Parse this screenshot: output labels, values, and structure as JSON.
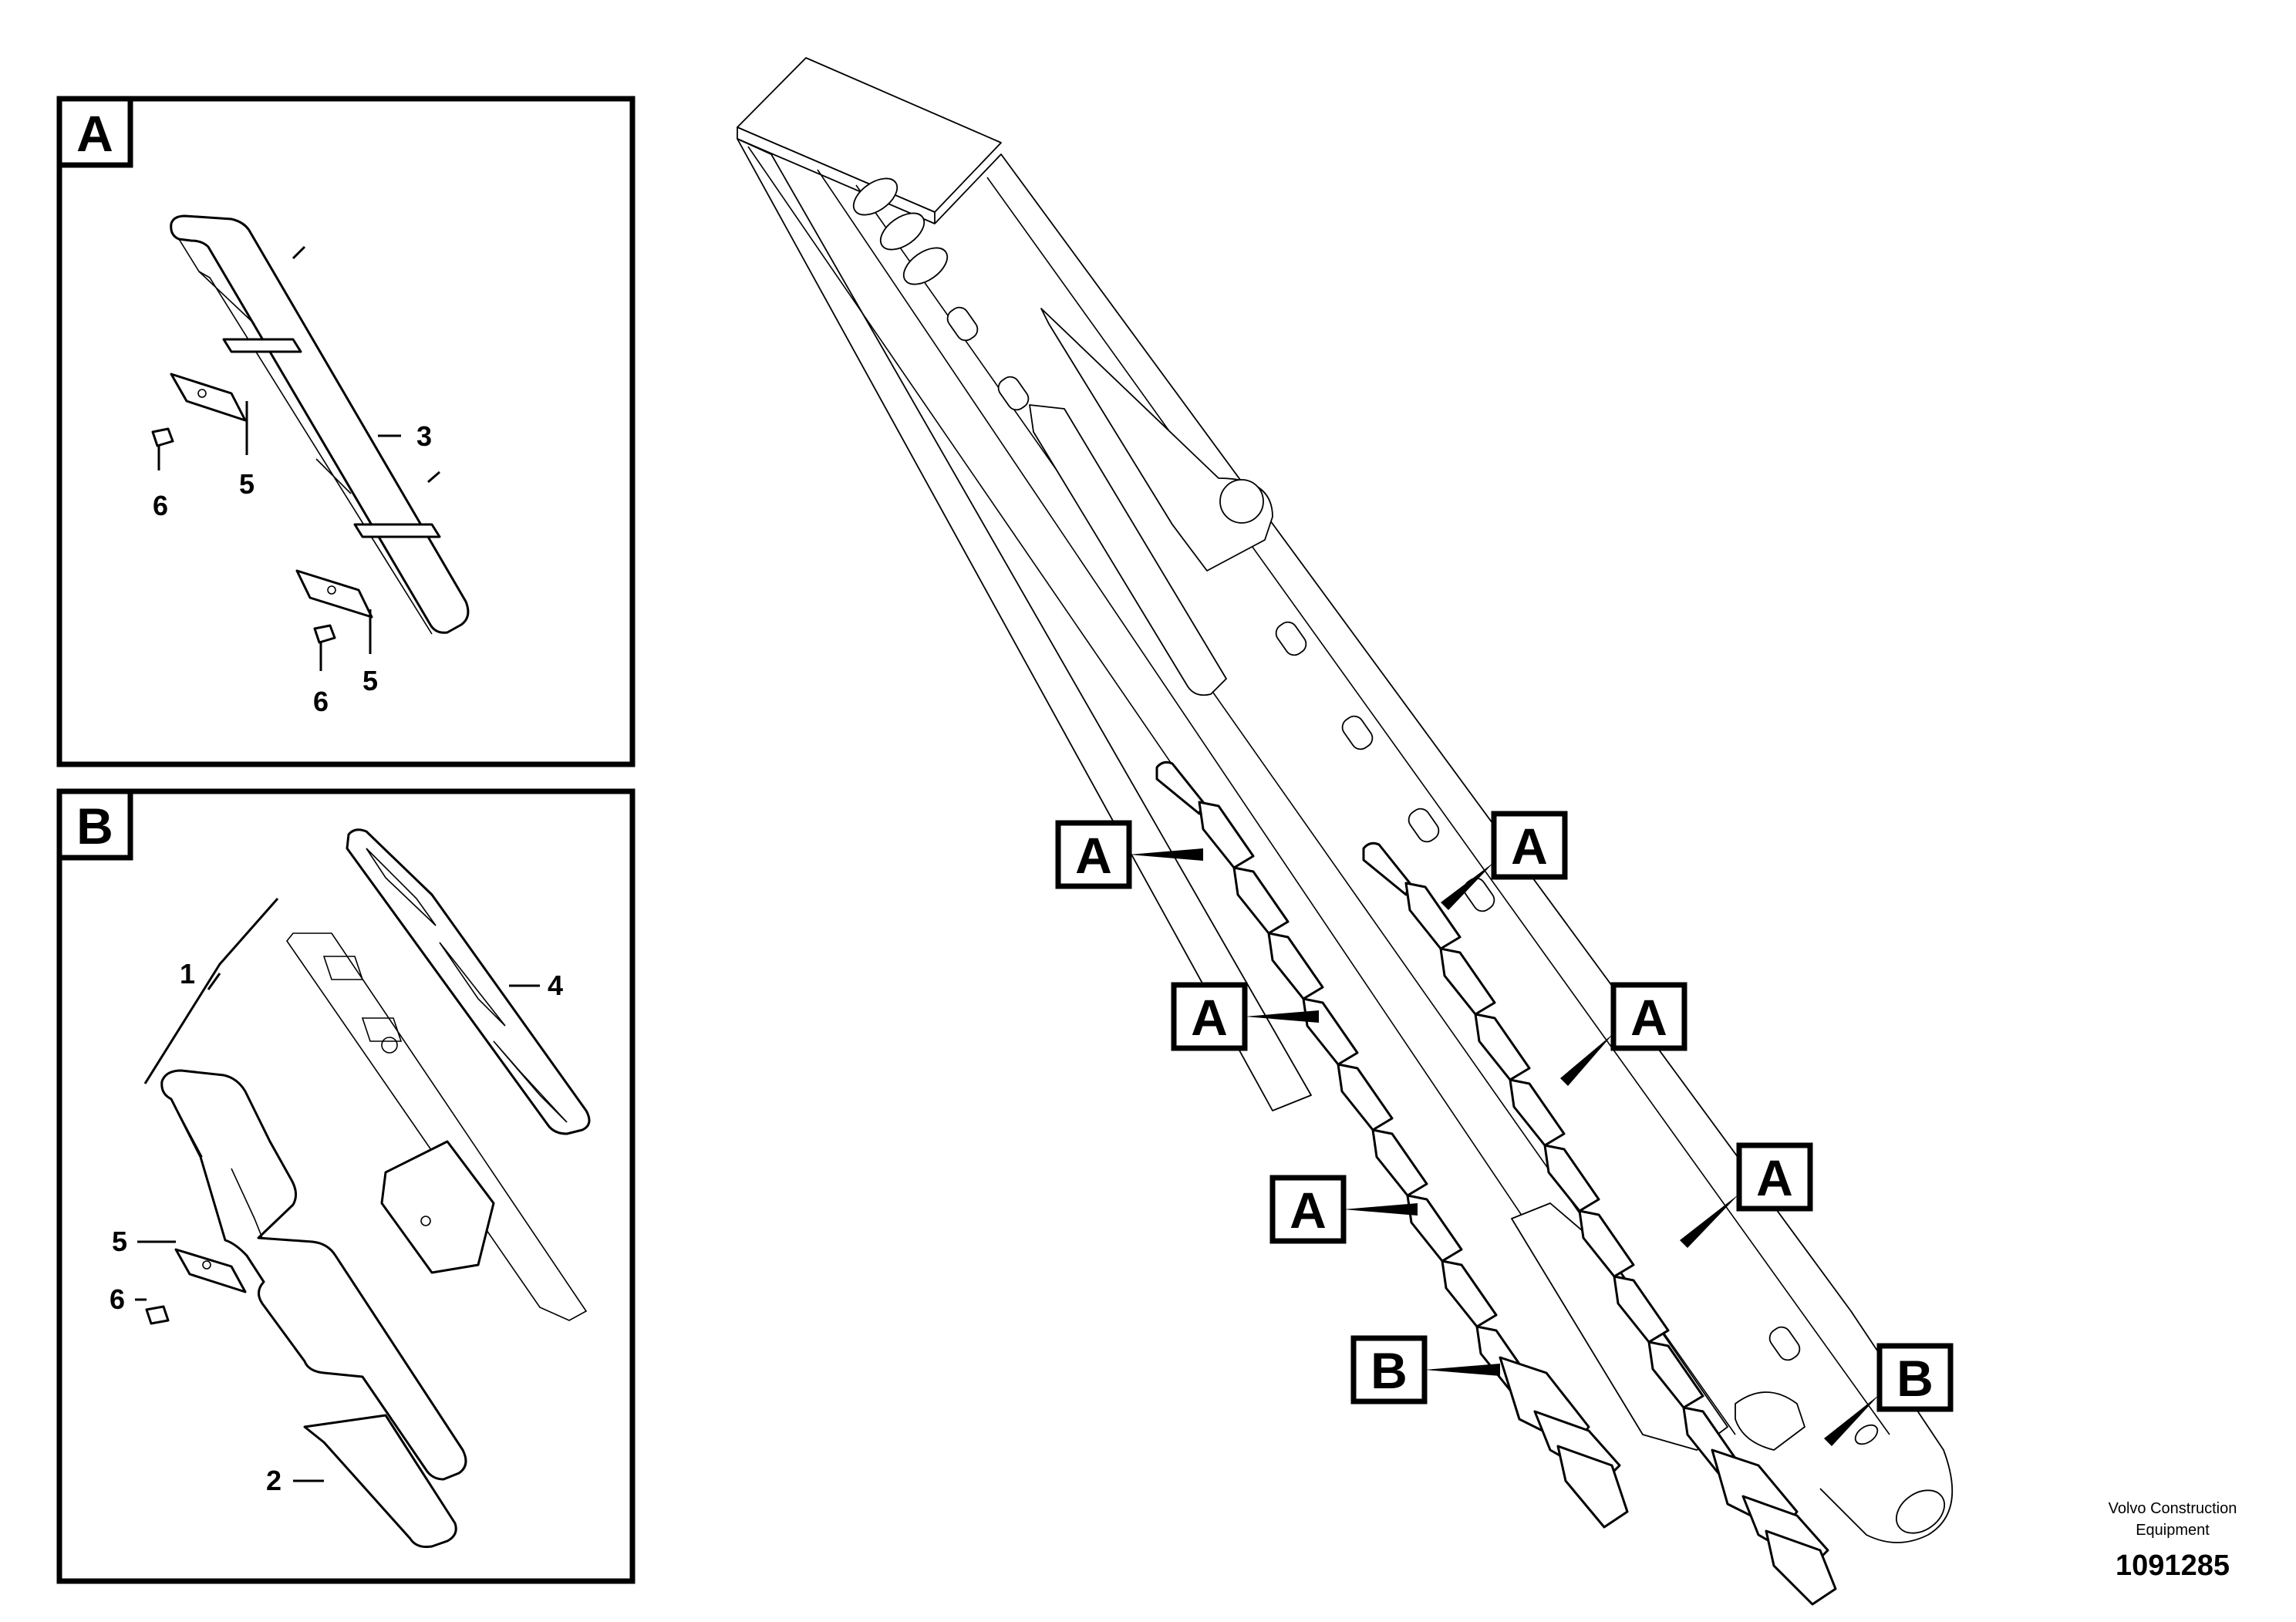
{
  "detail_a": {
    "label": "A",
    "callouts": [
      "3",
      "5",
      "6",
      "5",
      "6"
    ]
  },
  "detail_b": {
    "label": "B",
    "callouts": [
      "1",
      "4",
      "5",
      "6",
      "2"
    ]
  },
  "main_view": {
    "tags_a": [
      "A",
      "A",
      "A",
      "A",
      "A",
      "A"
    ],
    "tags_b": [
      "B",
      "B"
    ]
  },
  "footer": {
    "brand_line1": "Volvo Construction",
    "brand_line2": "Equipment",
    "drawing_number": "1091285"
  }
}
